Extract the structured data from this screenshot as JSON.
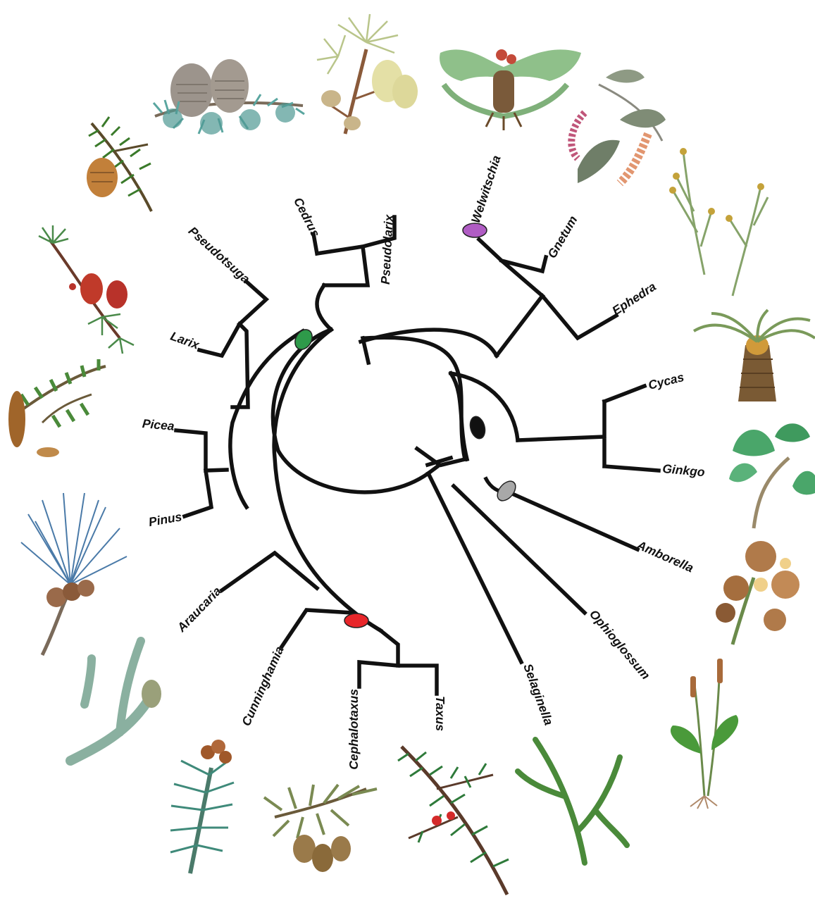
{
  "diagram": {
    "type": "circular-phylogenetic-tree",
    "taxa": [
      {
        "id": "welwitschia",
        "label": "Welwitschia"
      },
      {
        "id": "gnetum",
        "label": "Gnetum"
      },
      {
        "id": "ephedra",
        "label": "Ephedra"
      },
      {
        "id": "cycas",
        "label": "Cycas"
      },
      {
        "id": "ginkgo",
        "label": "Ginkgo"
      },
      {
        "id": "amborella",
        "label": "Amborella"
      },
      {
        "id": "ophioglossum",
        "label": "Ophioglossum"
      },
      {
        "id": "selaginella",
        "label": "Selaginella"
      },
      {
        "id": "taxus",
        "label": "Taxus"
      },
      {
        "id": "cephalotaxus",
        "label": "Cephalotaxus"
      },
      {
        "id": "cunninghamia",
        "label": "Cunninghamia"
      },
      {
        "id": "araucaria",
        "label": "Araucaria"
      },
      {
        "id": "pinus",
        "label": "Pinus"
      },
      {
        "id": "picea",
        "label": "Picea"
      },
      {
        "id": "larix",
        "label": "Larix"
      },
      {
        "id": "pseudotsuga",
        "label": "Pseudotsuga"
      },
      {
        "id": "cedrus",
        "label": "Cedrus"
      },
      {
        "id": "pseudolarix",
        "label": "Pseudolarix"
      }
    ],
    "node_markers": [
      {
        "id": "gnetales-marker",
        "color": "#b05cc4"
      },
      {
        "id": "seed-plant-marker",
        "color": "#111111"
      },
      {
        "id": "angiosperm-marker",
        "color": "#a8a8a8"
      },
      {
        "id": "pinaceae-marker",
        "color": "#2e9a4a"
      },
      {
        "id": "cupressophyte-marker",
        "color": "#e8262a"
      }
    ],
    "illustrations": [
      "cedrus-cone-illustration",
      "pseudolarix-illustration",
      "welwitschia-illustration",
      "gnetum-illustration",
      "ephedra-illustration",
      "cycas-illustration",
      "ginkgo-illustration",
      "amborella-illustration",
      "ophioglossum-illustration",
      "selaginella-illustration",
      "taxus-illustration",
      "cephalotaxus-illustration",
      "cunninghamia-illustration",
      "araucaria-illustration",
      "pinus-illustration",
      "picea-illustration",
      "larix-illustration",
      "pseudotsuga-illustration"
    ]
  }
}
